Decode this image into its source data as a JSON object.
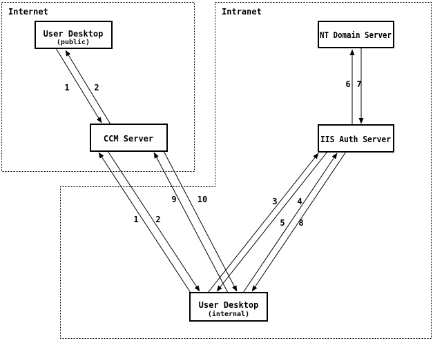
{
  "diagram": {
    "colors": {
      "stroke": "#000000",
      "background": "#ffffff"
    },
    "regions": [
      {
        "id": "internet",
        "label": "Internet"
      },
      {
        "id": "intranet",
        "label": "Intranet"
      }
    ],
    "nodes": [
      {
        "id": "user-desktop-public",
        "label": "User Desktop",
        "sublabel": "(public)",
        "region": "Internet"
      },
      {
        "id": "ccm-server",
        "label": "CCM Server",
        "region": "Internet"
      },
      {
        "id": "nt-domain-server",
        "label": "NT Domain Server",
        "region": "Intranet"
      },
      {
        "id": "iis-auth-server",
        "label": "IIS Auth Server",
        "region": "Intranet"
      },
      {
        "id": "user-desktop-internal",
        "label": "User Desktop",
        "sublabel": "(internal)",
        "region": "Intranet"
      }
    ],
    "flow_labels": [
      "1",
      "2",
      "3",
      "4",
      "5",
      "6",
      "7",
      "8",
      "9",
      "10"
    ],
    "connections": [
      {
        "label": "1",
        "from": "user-desktop-public",
        "to": "ccm-server"
      },
      {
        "label": "2",
        "from": "ccm-server",
        "to": "user-desktop-public"
      },
      {
        "label": "1",
        "from": "user-desktop-internal",
        "to": "ccm-server"
      },
      {
        "label": "2",
        "from": "ccm-server",
        "to": "user-desktop-internal"
      },
      {
        "label": "3",
        "from": "user-desktop-internal",
        "to": "iis-auth-server"
      },
      {
        "label": "4",
        "from": "iis-auth-server",
        "to": "user-desktop-internal"
      },
      {
        "label": "5",
        "from": "user-desktop-internal",
        "to": "iis-auth-server"
      },
      {
        "label": "6",
        "from": "iis-auth-server",
        "to": "nt-domain-server"
      },
      {
        "label": "7",
        "from": "nt-domain-server",
        "to": "iis-auth-server"
      },
      {
        "label": "8",
        "from": "iis-auth-server",
        "to": "user-desktop-internal"
      },
      {
        "label": "9",
        "from": "user-desktop-internal",
        "to": "ccm-server"
      },
      {
        "label": "10",
        "from": "ccm-server",
        "to": "user-desktop-internal"
      }
    ]
  }
}
